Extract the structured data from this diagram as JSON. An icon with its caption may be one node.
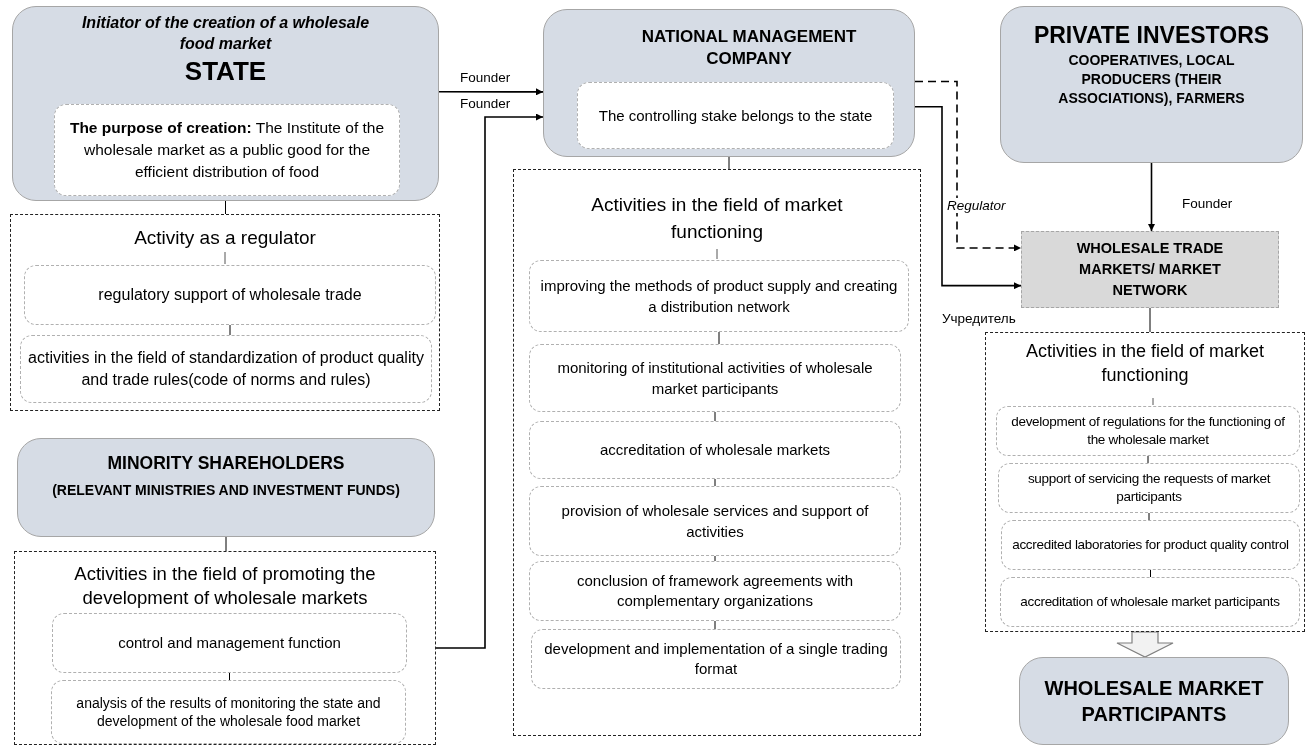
{
  "diagram": {
    "nodes": [
      {
        "text": [
          "Initiator of the creation of a wholesale food market",
          "STATE"
        ]
      },
      {
        "text": [
          "**The purpose of creation:** The Institute of the wholesale market as a public good for the efficient distribution of food"
        ],
        "in": 0
      },
      {
        "text": [
          "Activity as a regulator"
        ]
      },
      {
        "text": [
          "regulatory support of wholesale trade"
        ],
        "in": 2
      },
      {
        "text": [
          "activities in the field of standardization of product quality and trade rules(code of norms and rules)"
        ],
        "in": 2
      },
      {
        "text": [
          "MINORITY SHAREHOLDERS",
          "(RELEVANT MINISTRIES AND INVESTMENT FUNDS)"
        ]
      },
      {
        "text": [
          "Activities in the field of promoting the development of wholesale markets"
        ]
      },
      {
        "text": [
          "control and management function"
        ],
        "in": 6
      },
      {
        "text": [
          "analysis of the results of monitoring the state and development of the wholesale food market"
        ],
        "in": 6
      },
      {
        "text": [
          "NATIONAL MANAGEMENT COMPANY"
        ]
      },
      {
        "text": [
          "The controlling stake belongs to the state"
        ],
        "in": 9
      },
      {
        "text": [
          "Activities in the field of market functioning"
        ]
      },
      {
        "text": [
          "improving the methods of product supply and creating a distribution network"
        ],
        "in": 11
      },
      {
        "text": [
          "monitoring of institutional activities of wholesale market participants"
        ],
        "in": 11
      },
      {
        "text": [
          "accreditation of wholesale markets"
        ],
        "in": 11
      },
      {
        "text": [
          "provision of wholesale services and support of activities"
        ],
        "in": 11
      },
      {
        "text": [
          "conclusion of framework agreements with complementary organizations"
        ],
        "in": 11
      },
      {
        "text": [
          "development and implementation of a single trading format"
        ],
        "in": 11
      },
      {
        "text": [
          "PRIVATE INVESTORS",
          "COOPERATIVES, LOCAL PRODUCERS (THEIR ASSOCIATIONS), FARMERS"
        ]
      },
      {
        "text": [
          "WHOLESALE TRADE MARKETS/ MARKET NETWORK"
        ]
      },
      {
        "text": [
          "Activities in the field of market functioning"
        ]
      },
      {
        "text": [
          "development of regulations for the functioning of the wholesale market"
        ],
        "in": 20
      },
      {
        "text": [
          "support of servicing the requests of market participants"
        ],
        "in": 20
      },
      {
        "text": [
          "accredited laboratories for product quality control"
        ],
        "in": 20
      },
      {
        "text": [
          "accreditation of wholesale market participants"
        ],
        "in": 20
      },
      {
        "text": [
          "WHOLESALE MARKET PARTICIPANTS"
        ]
      }
    ],
    "edges": [
      {
        "from": 0,
        "to": 9,
        "arrow": "to",
        "label": "Founder"
      },
      {
        "from": 6,
        "to": 9,
        "arrow": "to",
        "label": "Founder"
      },
      {
        "from": 9,
        "to": 19,
        "arrow": "to",
        "label": "Regulator",
        "style": "dashed"
      },
      {
        "from": 9,
        "to": 19,
        "arrow": "to",
        "label": "Учредитель"
      },
      {
        "from": 18,
        "to": 19,
        "arrow": "to",
        "label": "Founder"
      },
      {
        "from": 0,
        "to": 2,
        "arrow": "none"
      },
      {
        "from": 3,
        "to": 4,
        "arrow": "none"
      },
      {
        "from": 5,
        "to": 6,
        "arrow": "none"
      },
      {
        "from": 7,
        "to": 8,
        "arrow": "none"
      },
      {
        "from": 9,
        "to": 11,
        "arrow": "none"
      },
      {
        "from": 12,
        "to": 13,
        "arrow": "none"
      },
      {
        "from": 13,
        "to": 14,
        "arrow": "none"
      },
      {
        "from": 14,
        "to": 15,
        "arrow": "none"
      },
      {
        "from": 15,
        "to": 16,
        "arrow": "none"
      },
      {
        "from": 16,
        "to": 17,
        "arrow": "none"
      },
      {
        "from": 19,
        "to": 20,
        "arrow": "none"
      },
      {
        "from": 21,
        "to": 22,
        "arrow": "none"
      },
      {
        "from": 22,
        "to": 23,
        "arrow": "none"
      },
      {
        "from": 23,
        "to": 24,
        "arrow": "none"
      },
      {
        "from": 20,
        "to": 25,
        "arrow": "to",
        "style": "thick"
      }
    ]
  }
}
